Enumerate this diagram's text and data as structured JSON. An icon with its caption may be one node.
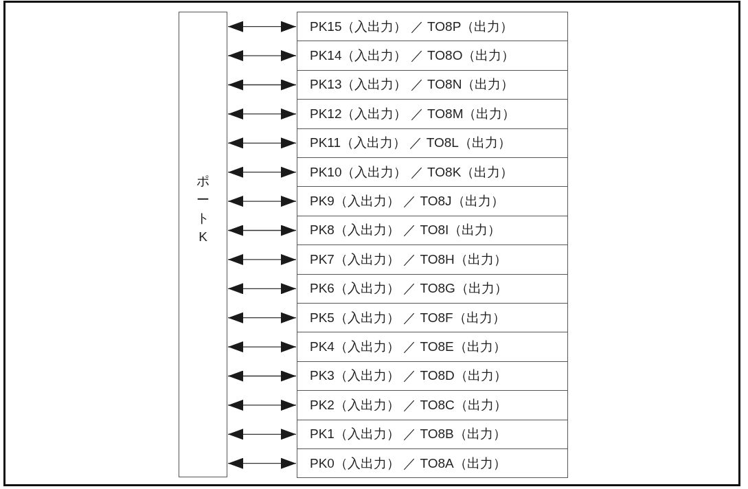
{
  "diagram": {
    "nodes": [
      {
        "text": [
          "ポートK"
        ]
      },
      {
        "text": [
          "PK15（入出力） ／ TO8P（出力）"
        ]
      },
      {
        "text": [
          "PK14（入出力） ／ TO8O（出力）"
        ]
      },
      {
        "text": [
          "PK13（入出力） ／ TO8N（出力）"
        ]
      },
      {
        "text": [
          "PK12（入出力） ／ TO8M（出力）"
        ]
      },
      {
        "text": [
          "PK11（入出力） ／ TO8L（出力）"
        ]
      },
      {
        "text": [
          "PK10（入出力） ／ TO8K（出力）"
        ]
      },
      {
        "text": [
          "PK9（入出力） ／ TO8J（出力）"
        ]
      },
      {
        "text": [
          "PK8（入出力） ／ TO8I（出力）"
        ]
      },
      {
        "text": [
          "PK7（入出力） ／ TO8H（出力）"
        ]
      },
      {
        "text": [
          "PK6（入出力） ／ TO8G（出力）"
        ]
      },
      {
        "text": [
          "PK5（入出力） ／ TO8F（出力）"
        ]
      },
      {
        "text": [
          "PK4（入出力） ／ TO8E（出力）"
        ]
      },
      {
        "text": [
          "PK3（入出力） ／ TO8D（出力）"
        ]
      },
      {
        "text": [
          "PK2（入出力） ／ TO8C（出力）"
        ]
      },
      {
        "text": [
          "PK1（入出力） ／ TO8B（出力）"
        ]
      },
      {
        "text": [
          "PK0（入出力） ／ TO8A（出力）"
        ]
      }
    ],
    "edges": [
      {
        "from": 0,
        "to": 1,
        "arrow": "both"
      },
      {
        "from": 0,
        "to": 2,
        "arrow": "both"
      },
      {
        "from": 0,
        "to": 3,
        "arrow": "both"
      },
      {
        "from": 0,
        "to": 4,
        "arrow": "both"
      },
      {
        "from": 0,
        "to": 5,
        "arrow": "both"
      },
      {
        "from": 0,
        "to": 6,
        "arrow": "both"
      },
      {
        "from": 0,
        "to": 7,
        "arrow": "both"
      },
      {
        "from": 0,
        "to": 8,
        "arrow": "both"
      },
      {
        "from": 0,
        "to": 9,
        "arrow": "both"
      },
      {
        "from": 0,
        "to": 10,
        "arrow": "both"
      },
      {
        "from": 0,
        "to": 11,
        "arrow": "both"
      },
      {
        "from": 0,
        "to": 12,
        "arrow": "both"
      },
      {
        "from": 0,
        "to": 13,
        "arrow": "both"
      },
      {
        "from": 0,
        "to": 14,
        "arrow": "both"
      },
      {
        "from": 0,
        "to": 15,
        "arrow": "both"
      },
      {
        "from": 0,
        "to": 16,
        "arrow": "both"
      }
    ]
  }
}
